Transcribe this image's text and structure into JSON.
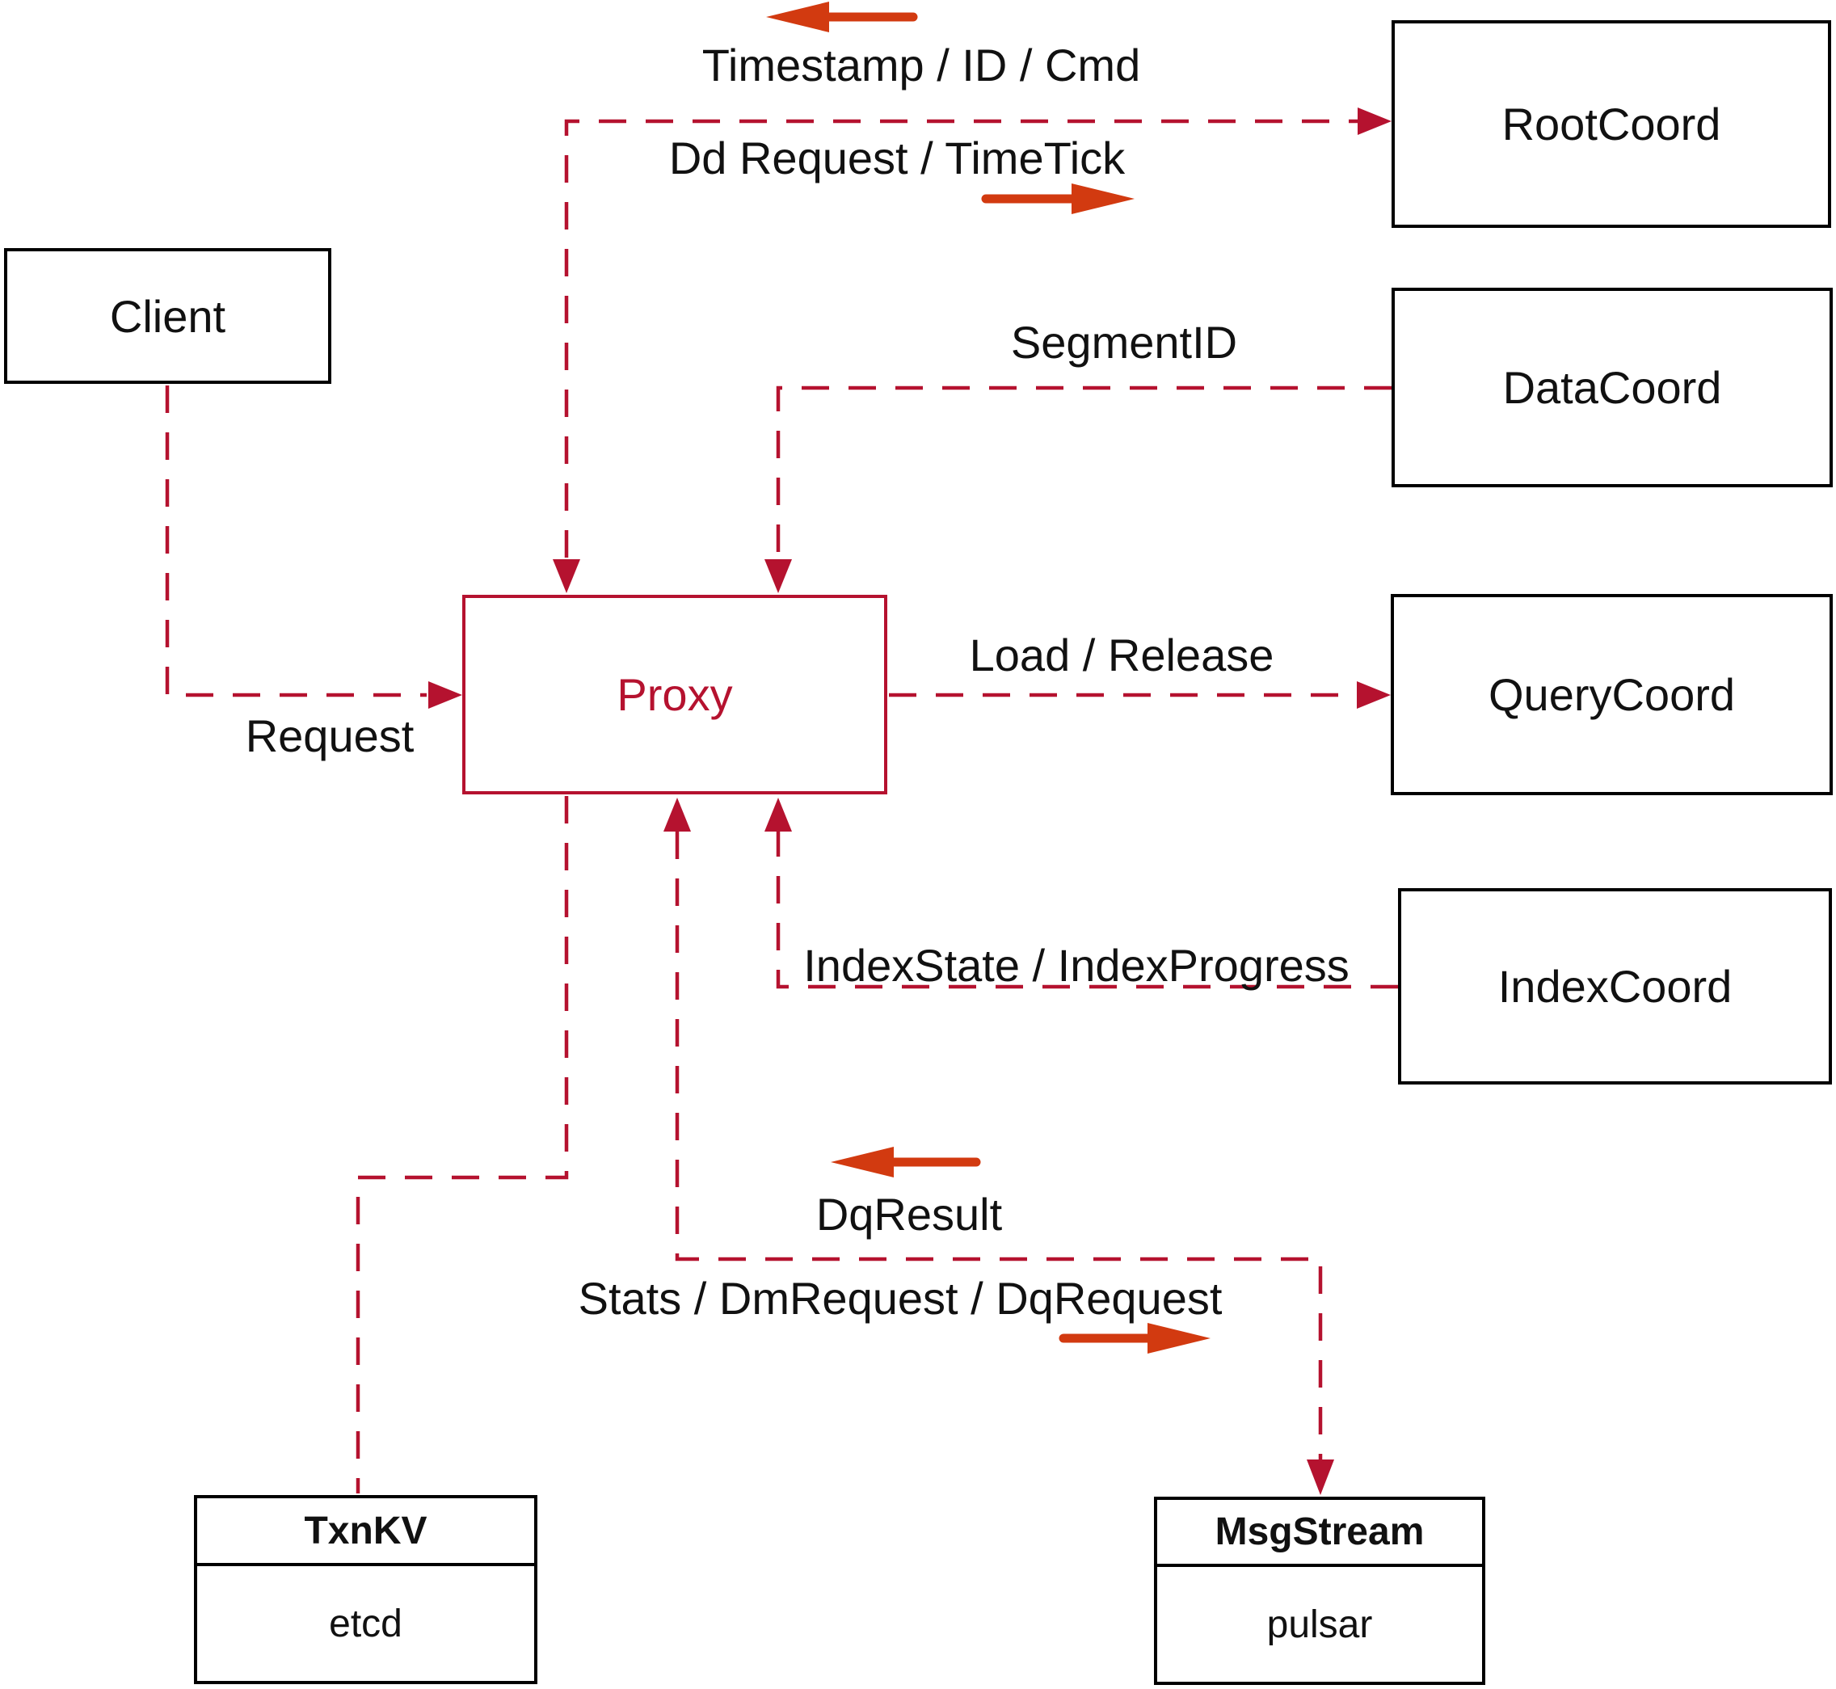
{
  "colors": {
    "dashed_line": "#b5122f",
    "solid_arrow": "#d23a10",
    "proxy_accent": "#b5122f",
    "box_border": "#000000",
    "text": "#111111",
    "background": "#ffffff"
  },
  "nodes": {
    "client": {
      "label": "Client"
    },
    "proxy": {
      "label": "Proxy"
    },
    "root_coord": {
      "label": "RootCoord"
    },
    "data_coord": {
      "label": "DataCoord"
    },
    "query_coord": {
      "label": "QueryCoord"
    },
    "index_coord": {
      "label": "IndexCoord"
    },
    "txn_kv": {
      "title": "TxnKV",
      "subtitle": "etcd"
    },
    "msg_stream": {
      "title": "MsgStream",
      "subtitle": "pulsar"
    }
  },
  "edges": {
    "proxy_rootcoord": {
      "response_label": "Timestamp / ID / Cmd",
      "request_label": "Dd Request / TimeTick"
    },
    "datacoord_proxy": {
      "label": "SegmentID"
    },
    "client_proxy": {
      "label": "Request"
    },
    "proxy_querycoord": {
      "label": "Load / Release"
    },
    "indexcoord_proxy": {
      "label": "IndexState / IndexProgress"
    },
    "proxy_msgstream": {
      "response_label": "DqResult",
      "request_label": "Stats / DmRequest / DqRequest"
    }
  }
}
